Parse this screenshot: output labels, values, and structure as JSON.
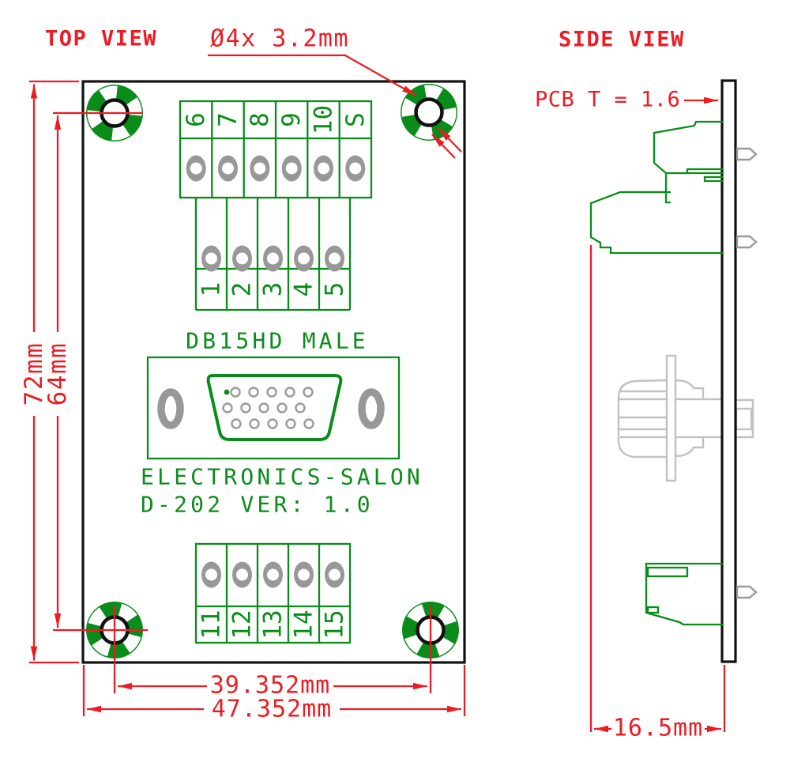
{
  "top_view": {
    "title": "TOP VIEW",
    "hole_callout": "Ø4x 3.2mm",
    "terminals_top": [
      "6",
      "7",
      "8",
      "9",
      "10",
      "S"
    ],
    "terminals_mid": [
      "1",
      "2",
      "3",
      "4",
      "5"
    ],
    "terminals_bottom": [
      "11",
      "12",
      "13",
      "14",
      "15"
    ],
    "connector_label": "DB15HD MALE",
    "brand_line1": "ELECTRONICS-SALON",
    "brand_line2": "D-202 VER: 1.0",
    "dim_height_board": "72mm",
    "dim_height_holes": "64mm",
    "dim_width_holes": "39.352mm",
    "dim_width_board": "47.352mm"
  },
  "side_view": {
    "title": "SIDE VIEW",
    "pcb_thickness_note": "PCB T = 1.6",
    "dim_depth": "16.5mm"
  },
  "colors": {
    "dimension_red": "#EC1C24",
    "silkscreen_green": "#0A8C1A",
    "pad_gray": "#989898",
    "component_gray": "#C2C2C2",
    "board_outline": "#111111"
  }
}
